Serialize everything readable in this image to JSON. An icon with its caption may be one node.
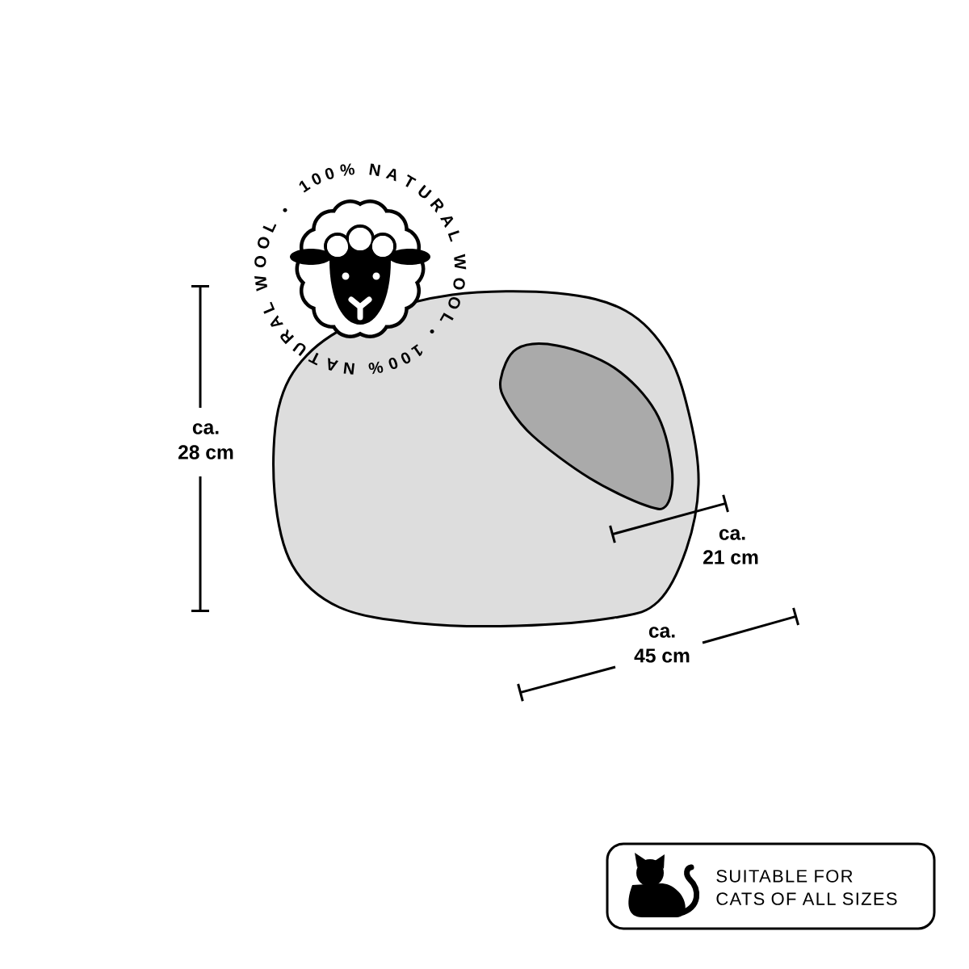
{
  "diagram": {
    "nodes": [
      {
        "text": [
          "SUITABLE FOR CATS OF ALL SIZES"
        ]
      }
    ],
    "labels": [
      "100% NATURAL WOOL",
      "100% NATURAL WOOL",
      "ca.",
      "28 cm",
      "ca.",
      "21 cm",
      "ca.",
      "45 cm"
    ]
  }
}
